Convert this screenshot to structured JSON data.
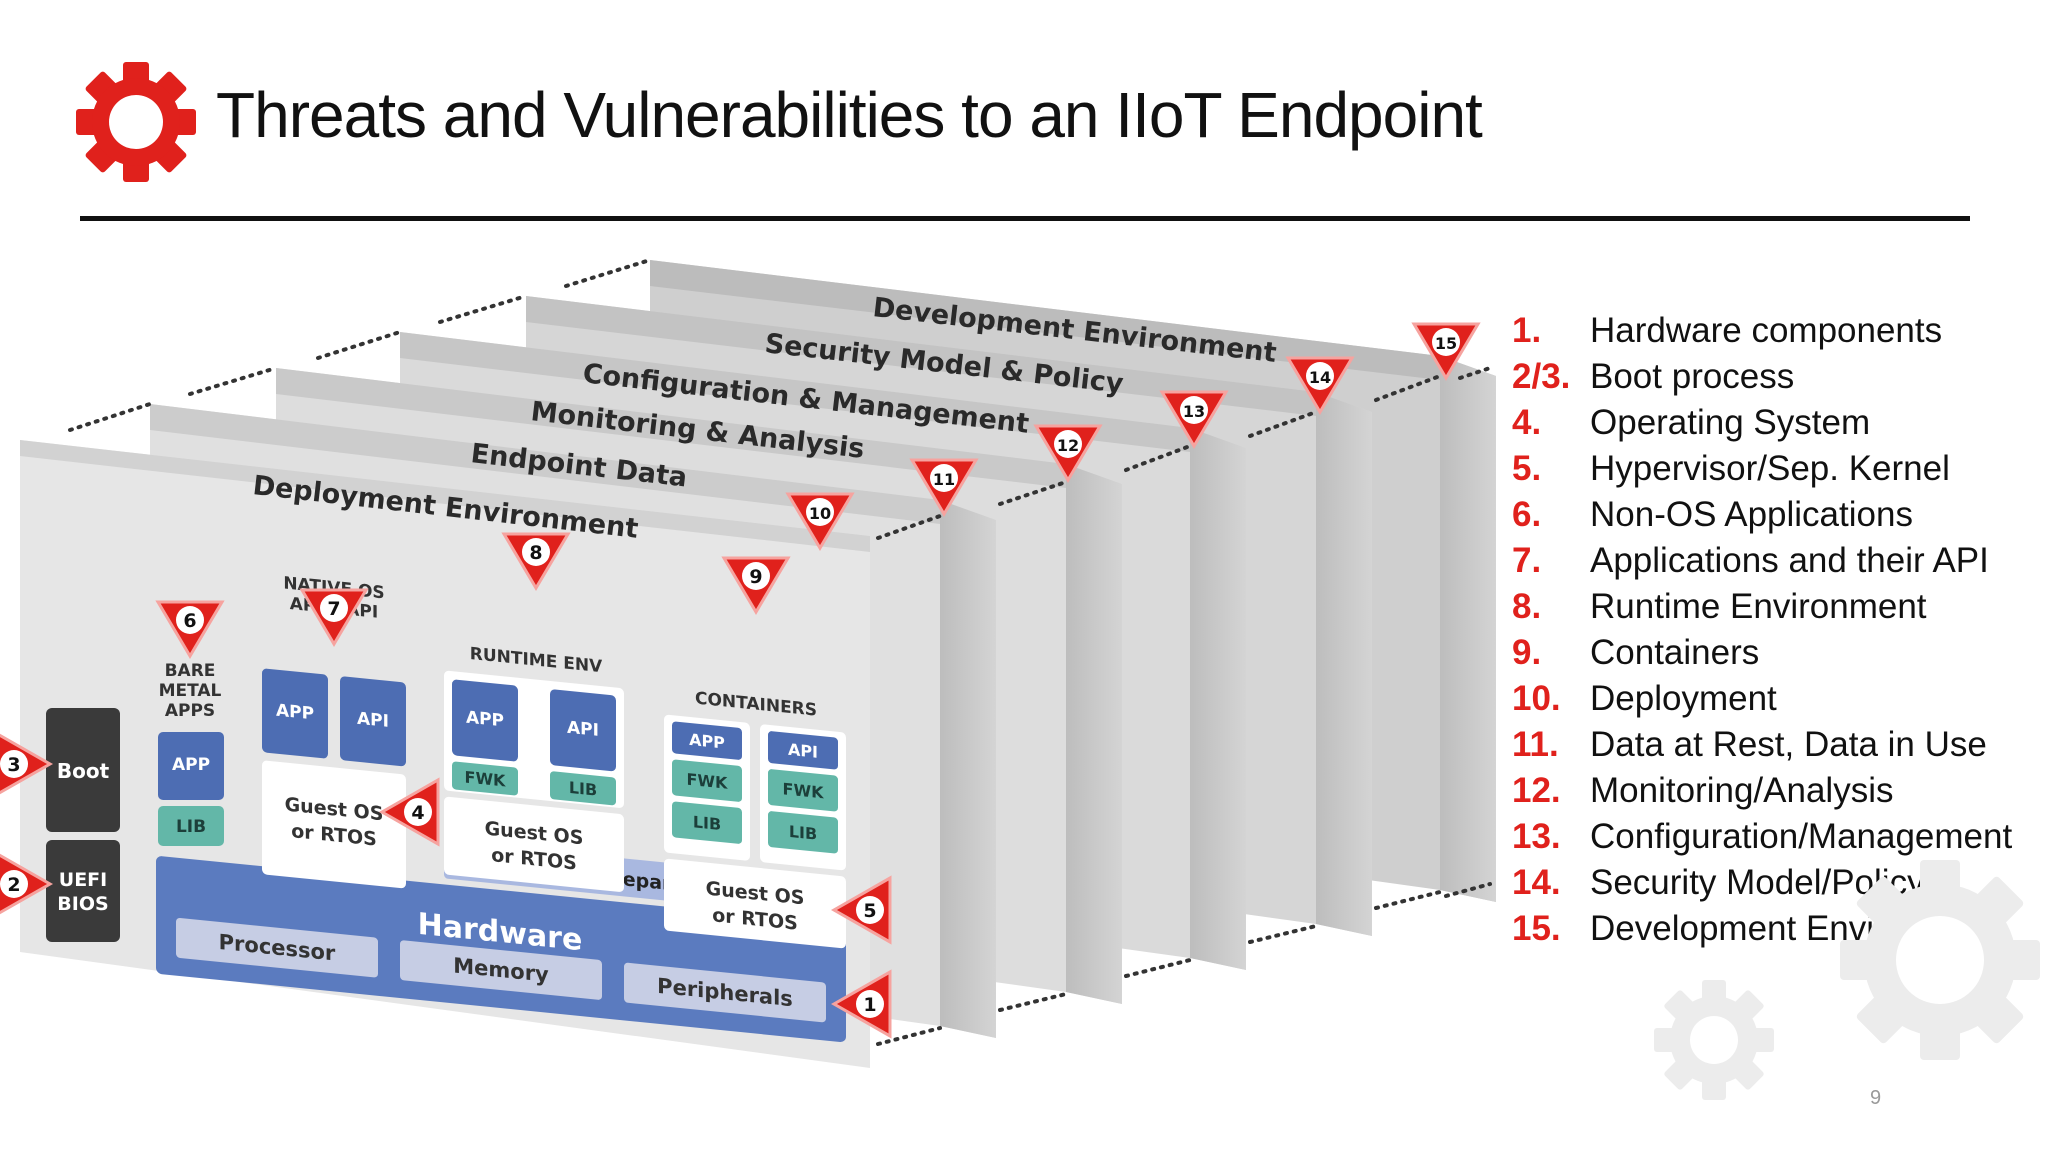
{
  "slide": {
    "title": "Threats and Vulnerabilities to an IIoT Endpoint",
    "page_number": "9",
    "accent_color": "#e0211c"
  },
  "layers": [
    "Development Environment",
    "Security Model & Policy",
    "Configuration & Management",
    "Monitoring & Analysis",
    "Endpoint Data",
    "Deployment Environment"
  ],
  "blocks": {
    "boot": "Boot",
    "uefi_line1": "UEFI",
    "uefi_line2": "BIOS",
    "bare_metal_line1": "BARE",
    "bare_metal_line2": "METAL",
    "bare_metal_line3": "APPS",
    "native_os_line1": "NATIVE OS",
    "native_os_line2": "APPS/API",
    "runtime_env": "RUNTIME ENV",
    "containers": "CONTAINERS",
    "app": "APP",
    "api": "API",
    "lib": "LIB",
    "fwk": "FWK",
    "guest_os_line1": "Guest OS",
    "guest_os_line2": "or RTOS",
    "hypervisor": "Hypervisor/Separation Kernel",
    "hardware": "Hardware",
    "processor": "Processor",
    "memory": "Memory",
    "peripherals": "Peripherals"
  },
  "markers": [
    "1",
    "2",
    "3",
    "4",
    "5",
    "6",
    "7",
    "8",
    "9",
    "10",
    "11",
    "12",
    "13",
    "14",
    "15"
  ],
  "legend": [
    {
      "num": "1.",
      "label": "Hardware components"
    },
    {
      "num": "2/3.",
      "label": "Boot process"
    },
    {
      "num": "4.",
      "label": "Operating System"
    },
    {
      "num": "5.",
      "label": "Hypervisor/Sep. Kernel"
    },
    {
      "num": "6.",
      "label": "Non-OS Applications"
    },
    {
      "num": "7.",
      "label": "Applications and their API"
    },
    {
      "num": "8.",
      "label": "Runtime Environment"
    },
    {
      "num": "9.",
      "label": "Containers"
    },
    {
      "num": "10.",
      "label": "Deployment"
    },
    {
      "num": "11.",
      "label": "Data at Rest, Data in Use"
    },
    {
      "num": "12.",
      "label": "Monitoring/Analysis"
    },
    {
      "num": "13.",
      "label": "Configuration/Management"
    },
    {
      "num": "14.",
      "label": "Security Model/Policy"
    },
    {
      "num": "15.",
      "label": "Development Environment"
    }
  ]
}
